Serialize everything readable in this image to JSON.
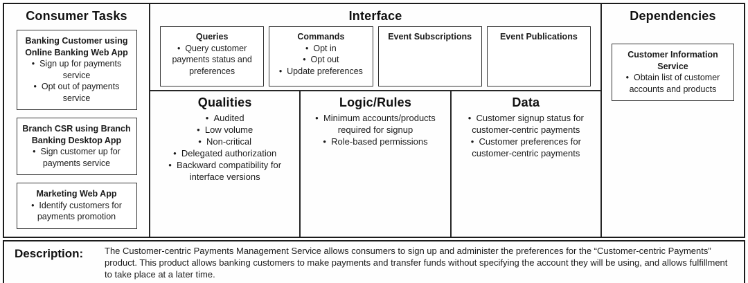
{
  "canvas": {
    "consumer_tasks": {
      "title": "Consumer Tasks",
      "cards": [
        {
          "title": "Banking Customer using Online Banking Web App",
          "items": [
            "Sign up for payments service",
            "Opt out of payments service"
          ]
        },
        {
          "title": "Branch CSR using Branch Banking Desktop App",
          "items": [
            "Sign customer up for payments service"
          ]
        },
        {
          "title": "Marketing Web App",
          "items": [
            "Identify customers for payments promotion"
          ]
        }
      ]
    },
    "interface": {
      "title": "Interface",
      "cards": [
        {
          "title": "Queries",
          "items": [
            "Query customer payments status and preferences"
          ]
        },
        {
          "title": "Commands",
          "items": [
            "Opt in",
            "Opt out",
            "Update preferences"
          ]
        },
        {
          "title": "Event Subscriptions",
          "items": []
        },
        {
          "title": "Event Publications",
          "items": []
        }
      ]
    },
    "qualities": {
      "title": "Qualities",
      "items": [
        "Audited",
        "Low volume",
        "Non-critical",
        "Delegated authorization",
        "Backward compatibility for interface versions"
      ]
    },
    "logic_rules": {
      "title": "Logic/Rules",
      "items": [
        "Minimum accounts/products required for signup",
        "Role-based permissions"
      ]
    },
    "data": {
      "title": "Data",
      "items": [
        "Customer signup status for customer-centric payments",
        "Customer preferences for customer-centric payments"
      ]
    },
    "dependencies": {
      "title": "Dependencies",
      "cards": [
        {
          "title": "Customer Information Service",
          "items": [
            "Obtain list of customer accounts and products"
          ]
        }
      ]
    },
    "description": {
      "label": "Description:",
      "text": "The Customer-centric Payments Management Service allows consumers to sign up and administer the preferences for the “Customer-centric Payments” product. This product allows banking customers to make payments and transfer funds without specifying the account they will be using, and allows fulfillment to take place at a later time."
    },
    "colors": {
      "outer_border": "#1c1c1c",
      "divider_border": "#262626",
      "card_border": "#333333",
      "background": "#ffffff",
      "text": "#1b1b1b"
    }
  }
}
